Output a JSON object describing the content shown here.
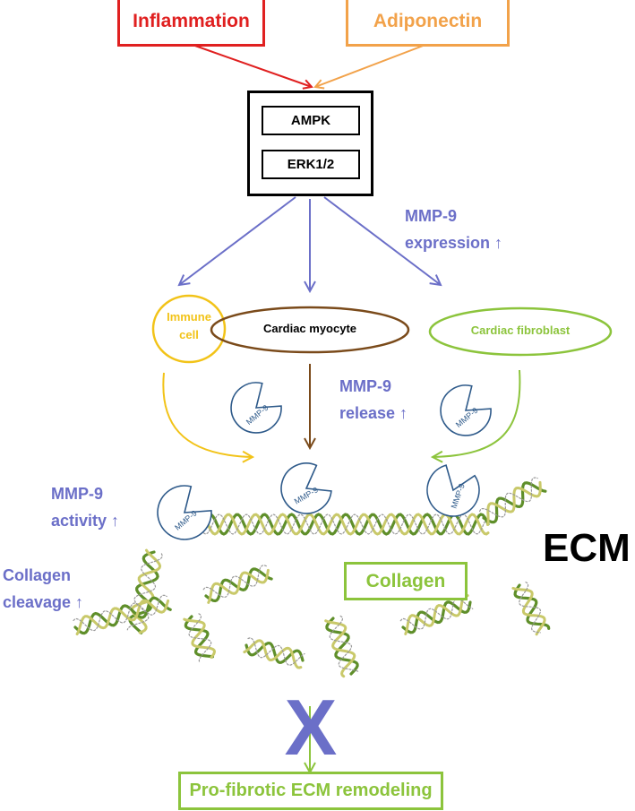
{
  "inputs": {
    "inflammation": "Inflammation",
    "adiponectin": "Adiponectin"
  },
  "kinases": {
    "ampk": "AMPK",
    "erk": "ERK1/2"
  },
  "cells": {
    "immune": [
      "Immune",
      "cell"
    ],
    "myocyte": "Cardiac myocyte",
    "fibroblast": "Cardiac fibroblast"
  },
  "annotations": {
    "expression": [
      "MMP-9",
      "expression ↑"
    ],
    "release": [
      "MMP-9",
      "release ↑"
    ],
    "activity": [
      "MMP-9",
      "activity ↑"
    ],
    "cleavage": [
      "Collagen",
      "cleavage ↑"
    ]
  },
  "enzyme_label": "MMP-9",
  "ecm_label": "ECM",
  "collagen_label": "Collagen",
  "outcome_label": "Pro-fibrotic ECM remodeling",
  "block_mark": "X",
  "colors": {
    "inflammation": "#e02020",
    "adiponectin": "#f2a24a",
    "signal": "#6b6fc8",
    "immune": "#f2c318",
    "myocyte": "#7a4a1a",
    "fibroblast": "#8cc43c",
    "enzyme": "#2e5a8a",
    "collagen": "#8cc43c"
  }
}
